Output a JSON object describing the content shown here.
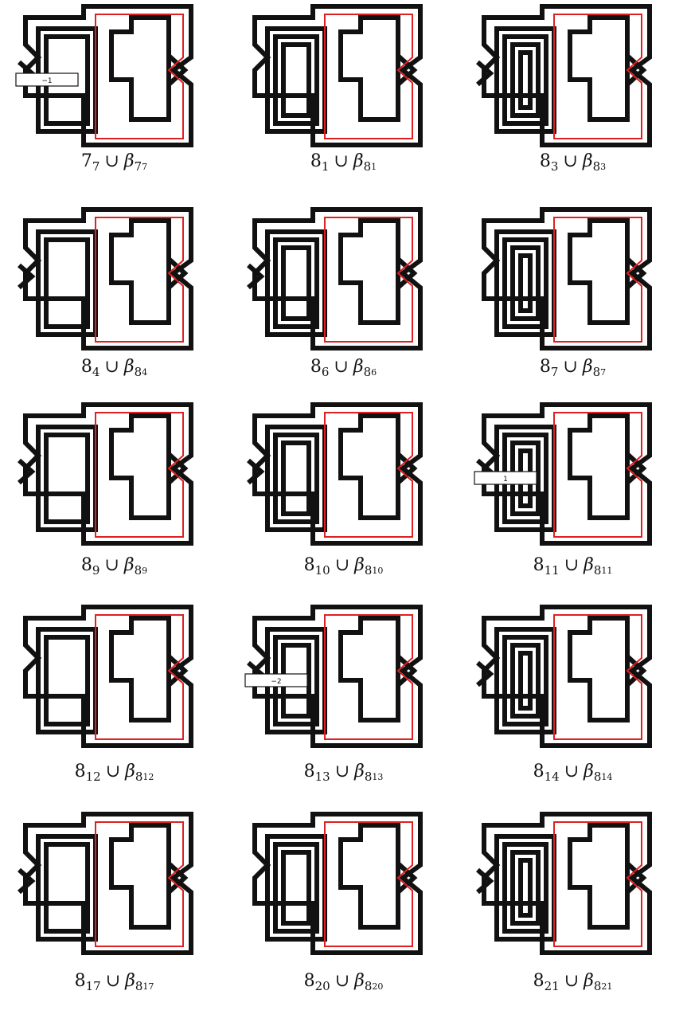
{
  "colors": {
    "link": "#111111",
    "band": "#e02020",
    "background": "#ffffff"
  },
  "diagrams": [
    {
      "knot": "7",
      "knot_sub": "7",
      "beta_sub": "7",
      "beta_subsub": "7",
      "box": "−1"
    },
    {
      "knot": "8",
      "knot_sub": "1",
      "beta_sub": "8",
      "beta_subsub": "1",
      "box": ""
    },
    {
      "knot": "8",
      "knot_sub": "3",
      "beta_sub": "8",
      "beta_subsub": "3",
      "box": ""
    },
    {
      "knot": "8",
      "knot_sub": "4",
      "beta_sub": "8",
      "beta_subsub": "4",
      "box": ""
    },
    {
      "knot": "8",
      "knot_sub": "6",
      "beta_sub": "8",
      "beta_subsub": "6",
      "box": ""
    },
    {
      "knot": "8",
      "knot_sub": "7",
      "beta_sub": "8",
      "beta_subsub": "7",
      "box": ""
    },
    {
      "knot": "8",
      "knot_sub": "9",
      "beta_sub": "8",
      "beta_subsub": "9",
      "box": ""
    },
    {
      "knot": "8",
      "knot_sub": "10",
      "beta_sub": "8",
      "beta_subsub": "10",
      "box": ""
    },
    {
      "knot": "8",
      "knot_sub": "11",
      "beta_sub": "8",
      "beta_subsub": "11",
      "box": "1"
    },
    {
      "knot": "8",
      "knot_sub": "12",
      "beta_sub": "8",
      "beta_subsub": "12",
      "box": ""
    },
    {
      "knot": "8",
      "knot_sub": "13",
      "beta_sub": "8",
      "beta_subsub": "13",
      "box": "−2"
    },
    {
      "knot": "8",
      "knot_sub": "14",
      "beta_sub": "8",
      "beta_subsub": "14",
      "box": ""
    },
    {
      "knot": "8",
      "knot_sub": "17",
      "beta_sub": "8",
      "beta_subsub": "17",
      "box": ""
    },
    {
      "knot": "8",
      "knot_sub": "20",
      "beta_sub": "8",
      "beta_subsub": "20",
      "box": ""
    },
    {
      "knot": "8",
      "knot_sub": "21",
      "beta_sub": "8",
      "beta_subsub": "21",
      "box": ""
    }
  ],
  "symbols": {
    "cup": "∪",
    "beta": "β"
  }
}
